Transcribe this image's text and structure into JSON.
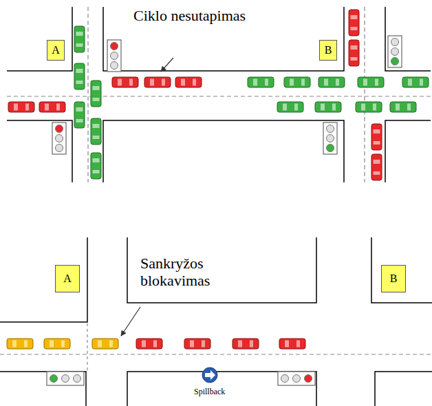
{
  "diagram": {
    "nodes": [
      {
        "text": [
          "A"
        ]
      },
      {
        "text": [
          "B"
        ]
      },
      {
        "text": [
          "A"
        ]
      },
      {
        "text": [
          "B"
        ]
      }
    ],
    "labels": [
      "Ciklo nesutapimas",
      "Sankryžos blokavimas",
      "Spillback"
    ]
  }
}
